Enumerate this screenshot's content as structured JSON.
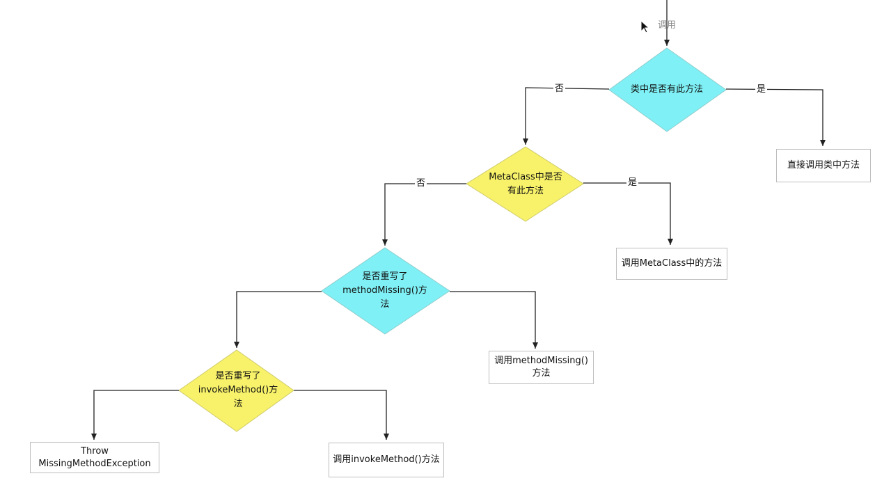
{
  "colors": {
    "cyan": "#7ff1f6",
    "yellow": "#f8f26a",
    "line": "#222222",
    "box_border": "#bdbdbd"
  },
  "labels": {
    "call": "调用",
    "no": "否",
    "yes": "是"
  },
  "decisions": {
    "d1": "类中是否有此方法",
    "d2": "MetaClass中是否\n有此方法",
    "d3": "是否重写了\nmethodMissing()方\n法",
    "d4": "是否重写了\ninvokeMethod()方\n法"
  },
  "actions": {
    "a1": "直接调用类中方法",
    "a2": "调用MetaClass中的方法",
    "a3": "调用methodMissing()\n方法",
    "a4": "调用invokeMethod()方法",
    "a5": "Throw\nMissingMethodException"
  },
  "icons": {
    "pointer": "mouse-pointer-icon"
  }
}
